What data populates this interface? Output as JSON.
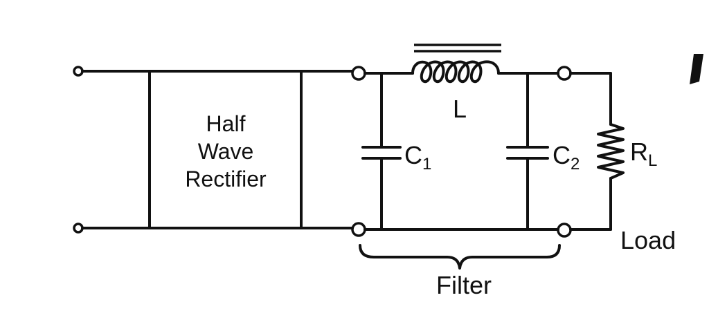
{
  "rectifier": {
    "line1": "Half",
    "line2": "Wave",
    "line3": "Rectifier"
  },
  "inductor": {
    "label": "L"
  },
  "capacitor1": {
    "letter": "C",
    "subscript": "1"
  },
  "capacitor2": {
    "letter": "C",
    "subscript": "2"
  },
  "load_resistor": {
    "letter": "R",
    "subscript": "L"
  },
  "load": {
    "label": "Load"
  },
  "filter": {
    "label": "Filter"
  }
}
